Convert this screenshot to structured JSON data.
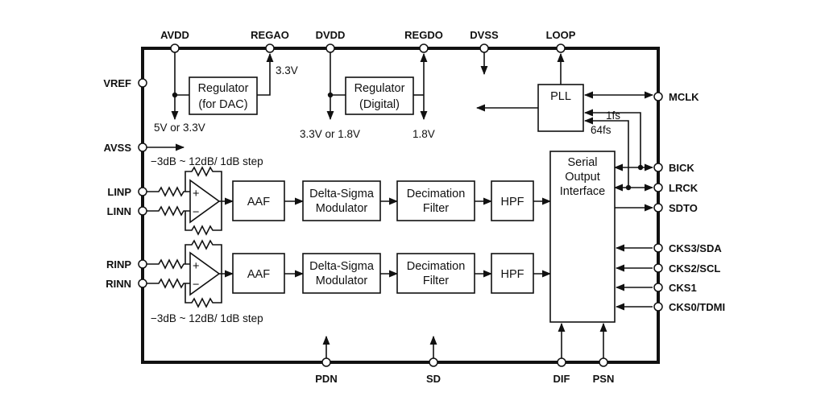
{
  "pins": {
    "avdd": "AVDD",
    "regao": "REGAO",
    "dvdd": "DVDD",
    "regdo": "REGDO",
    "dvss": "DVSS",
    "loop": "LOOP",
    "vref": "VREF",
    "avss": "AVSS",
    "linp": "LINP",
    "linn": "LINN",
    "rinp": "RINP",
    "rinn": "RINN",
    "mclk": "MCLK",
    "bick": "BICK",
    "lrck": "LRCK",
    "sdto": "SDTO",
    "cks3": "CKS3/SDA",
    "cks2": "CKS2/SCL",
    "cks1": "CKS1",
    "cks0": "CKS0/TDMI",
    "pdn": "PDN",
    "sd": "SD",
    "dif": "DIF",
    "psn": "PSN"
  },
  "blocks": {
    "reg_dac_l1": "Regulator",
    "reg_dac_l2": "(for DAC)",
    "reg_dig_l1": "Regulator",
    "reg_dig_l2": "(Digital)",
    "pll": "PLL",
    "aaf": "AAF",
    "dsm_l1": "Delta-Sigma",
    "dsm_l2": "Modulator",
    "dec_l1": "Decimation",
    "dec_l2": "Filter",
    "hpf": "HPF",
    "soi_l1": "Serial",
    "soi_l2": "Output",
    "soi_l3": "Interface"
  },
  "annotations": {
    "v33": "3.3V",
    "v5_33": "5V or 3.3V",
    "v33_18": "3.3V or 1.8V",
    "v18": "1.8V",
    "fs1": "1fs",
    "fs64": "64fs",
    "gain_top": "−3dB ~ 12dB/ 1dB step",
    "gain_bottom": "−3dB ~ 12dB/ 1dB step",
    "plus": "+",
    "minus": "−"
  }
}
